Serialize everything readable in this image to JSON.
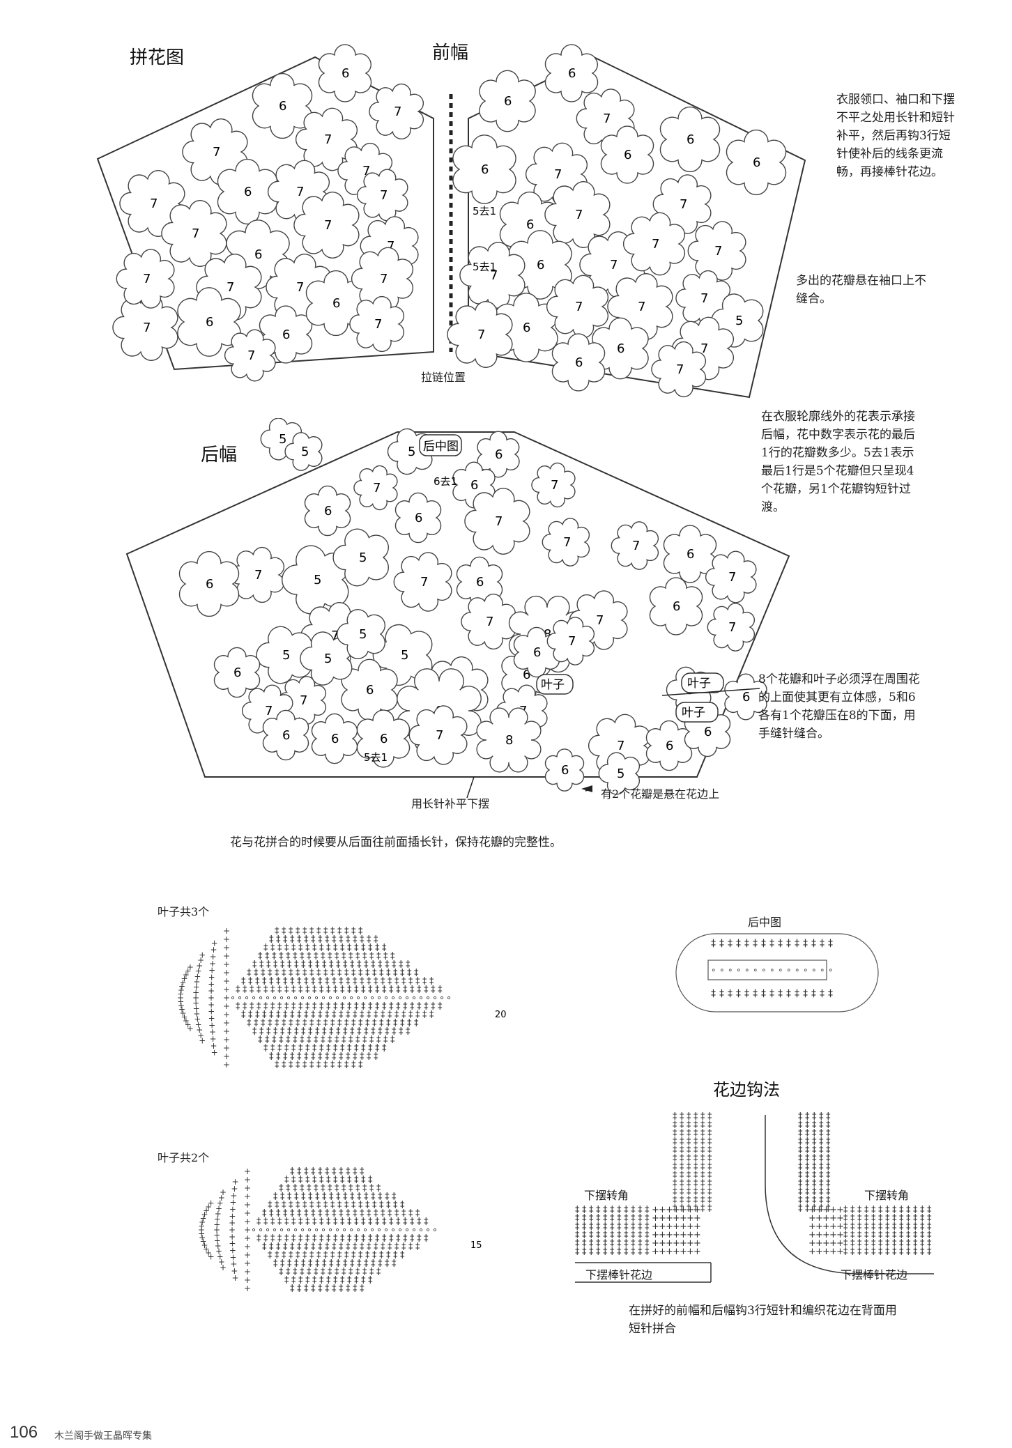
{
  "labels": {
    "assembly": "拼花图",
    "front": "前幅",
    "back": "后幅",
    "zipper": "拉链位置",
    "hem_fill": "用长针补平下摆",
    "join_note": "花与花拼合的时候要从后面往前面插长针，保持花瓣的完整性。",
    "petal_on_edge": "有2个花瓣是悬在花边上",
    "petal_sleeve": "多出的花瓣悬在袖口上不缝合。",
    "leaf3": "叶子共3个",
    "leaf2": "叶子共2个",
    "back_center_title": "后中图",
    "back_center_tag": "后中图",
    "border_title": "花边钩法",
    "hem_corner": "下摆转角",
    "hem_knit_border": "下摆棒针花边",
    "bottom_note": "在拼好的前幅和后幅钩3行短针和编织花边在背面用短针拼合",
    "leaf": "叶子",
    "r5_1": "5去1",
    "r6_1": "6去1",
    "leaf3_rows": "20",
    "leaf2_rows": "15"
  },
  "notes": {
    "n1": "衣服领口、袖口和下摆不平之处用长针和短针补平，然后再钩3行短针使补后的线条更流畅，再接棒针花边。",
    "n2": "在衣服轮廓线外的花表示承接后幅，花中数字表示花的最后1行的花瓣数多少。5去1表示最后1行是5个花瓣但只呈现4个花瓣，另1个花瓣钩短针过渡。",
    "n3": "8个花瓣和叶子必须浮在周围花的上面使其更有立体感，5和6各有1个花瓣压在8的下面，用手缝针缝合。"
  },
  "footer": {
    "page": "106",
    "book": "木兰阁手做王晶晖专集"
  },
  "flowers": {
    "front_left": [
      "6",
      "6",
      "7",
      "7",
      "7",
      "7",
      "6",
      "7",
      "7",
      "6",
      "7",
      "7",
      "7",
      "7",
      "7",
      "7",
      "6",
      "6",
      "7",
      "6",
      "7",
      "7",
      "7",
      "7"
    ],
    "front_right": [
      "6",
      "6",
      "7",
      "6",
      "6",
      "7",
      "6",
      "6",
      "6",
      "7",
      "7",
      "7",
      "6",
      "7",
      "7",
      "7",
      "6",
      "7",
      "7",
      "7",
      "6",
      "5",
      "7",
      "7",
      "6",
      "7"
    ],
    "back": [
      "5",
      "5",
      "5",
      "6",
      "6",
      "7",
      "7",
      "6",
      "6",
      "7",
      "7",
      "7",
      "6",
      "7",
      "6",
      "5",
      "5",
      "7",
      "6",
      "7",
      "8",
      "7",
      "6",
      "7",
      "7",
      "7",
      "5",
      "5",
      "6",
      "6",
      "6",
      "7",
      "6",
      "7",
      "5",
      "5",
      "8",
      "7",
      "6",
      "6",
      "6",
      "7",
      "7",
      "8",
      "7",
      "6",
      "7",
      "6",
      "5",
      "6",
      "5",
      "6"
    ]
  }
}
